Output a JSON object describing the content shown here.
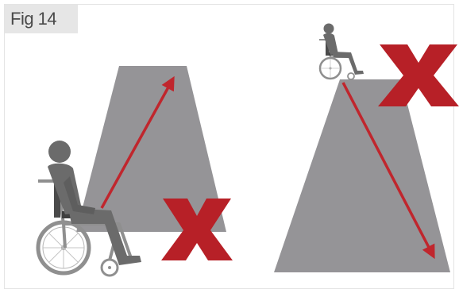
{
  "figure": {
    "label": "Fig 14"
  },
  "colors": {
    "slope": "#959497",
    "figure": "#6b6b6b",
    "wheelchair": "#8f8f8f",
    "arrow": "#c0262d",
    "cross": "#b72027",
    "label_bg": "#e6e6e6",
    "label_text": "#4a4a4a"
  },
  "scenes": [
    {
      "name": "going-up-slope",
      "arrow_direction": "up",
      "mark": "cross"
    },
    {
      "name": "going-down-slope",
      "arrow_direction": "down",
      "mark": "cross"
    }
  ]
}
